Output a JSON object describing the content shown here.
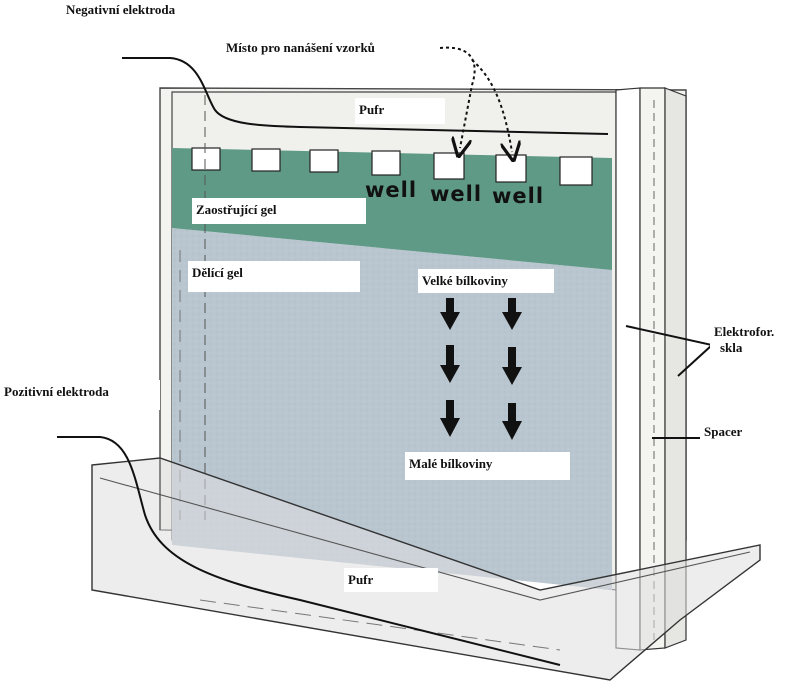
{
  "labels": {
    "negative_electrode": "Negativní elektroda",
    "sample_place": "Místo pro nanášení vzorků",
    "buffer_top": "Pufr",
    "well": "well",
    "stacking_gel": "Zaostřující gel",
    "separating_gel": "Dělící gel",
    "large_proteins": "Velké bílkoviny",
    "glass_line1": "Elektrofor.",
    "glass_line2": "skla",
    "positive_electrode": "Pozitivní elektroda",
    "spacer": "Spacer",
    "small_proteins": "Malé bílkoviny",
    "buffer_bottom": "Pufr"
  },
  "colors": {
    "stacking_gel": "#5f9a86",
    "separating_gel": "#b9c6d0",
    "glass": "#f1f1ee",
    "tank": "#e7e7e4",
    "outline": "#333333"
  }
}
